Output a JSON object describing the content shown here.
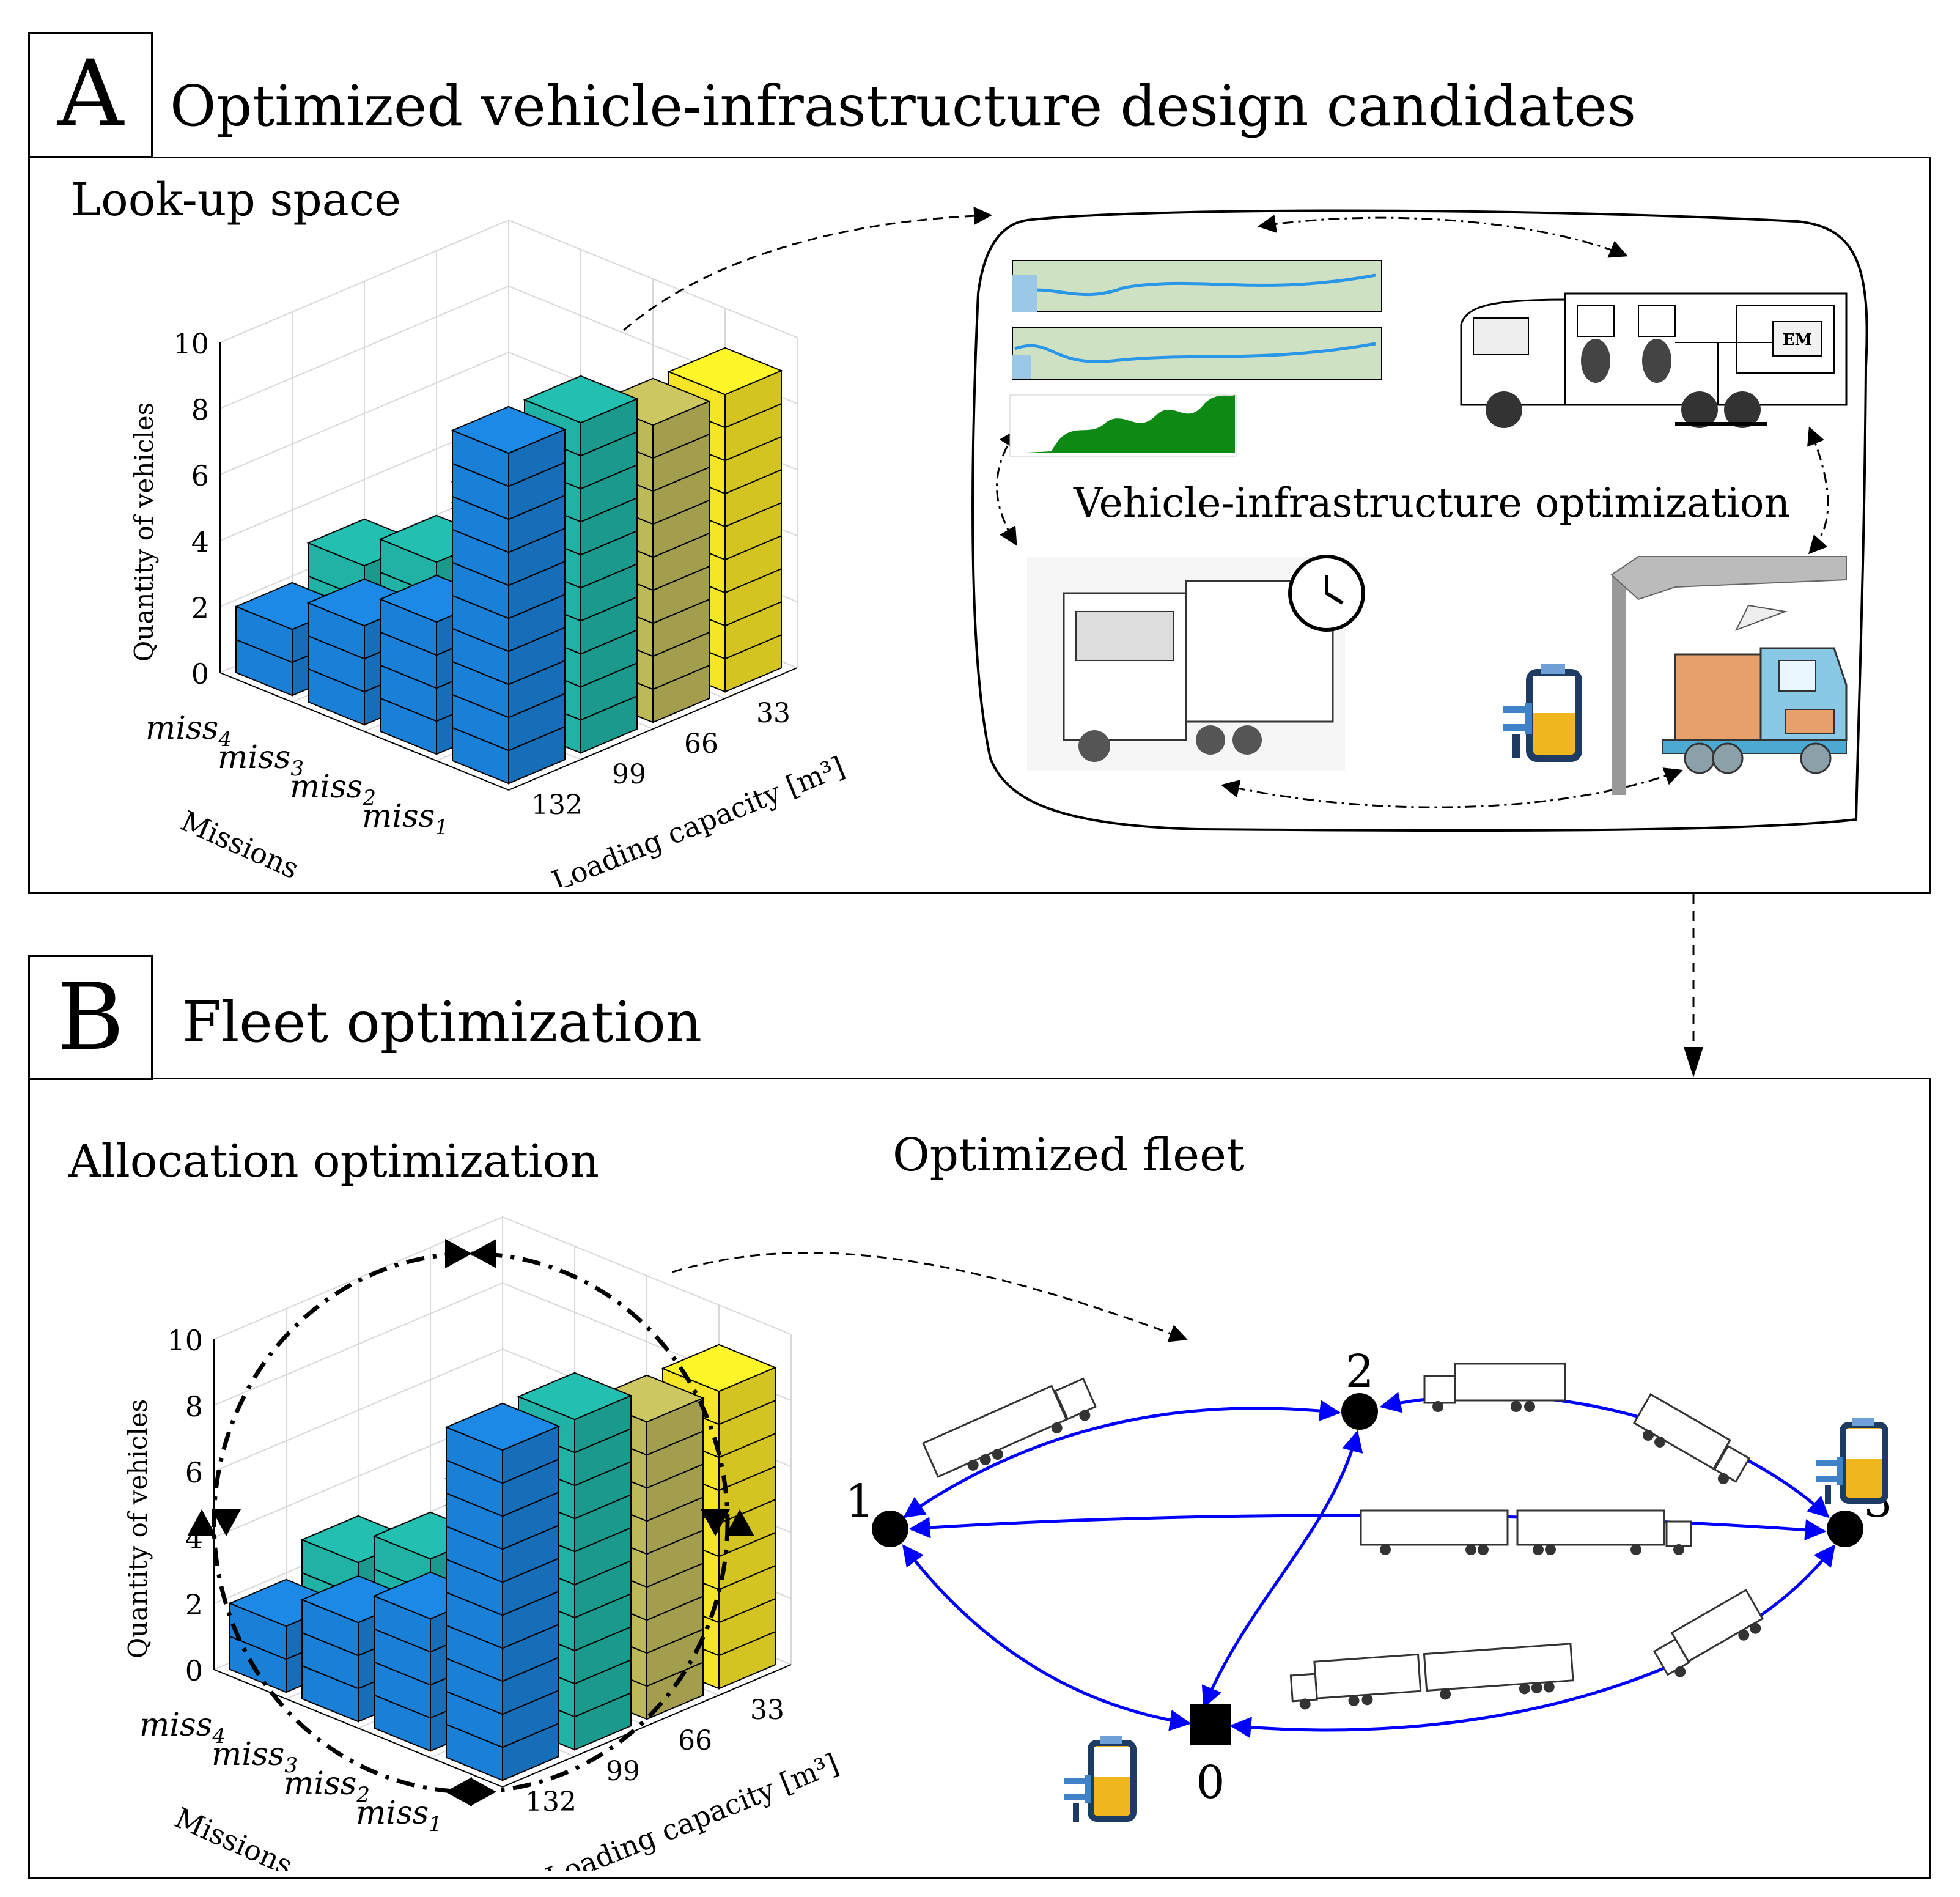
{
  "panel_a": {
    "letter": "A",
    "title": "Optimized vehicle-infrastructure design candidates",
    "lookup_label": "Look-up space",
    "vi_opt_label": "Vehicle-infrastructure optimization",
    "em_label": "EM"
  },
  "panel_b": {
    "letter": "B",
    "title": "Fleet optimization",
    "alloc_label": "Allocation optimization",
    "fleet_label": "Optimized fleet"
  },
  "chart_data": [
    {
      "type": "bar3d",
      "zlabel": "Quantity of vehicles",
      "ylabel": "Missions",
      "xlabel": "Loading capacity [m³]",
      "ztick_labels": [
        "0",
        "2",
        "4",
        "6",
        "8",
        "10"
      ],
      "zlim": [
        0,
        10
      ],
      "missions": [
        "miss",
        "miss",
        "miss",
        "miss"
      ],
      "mission_subscripts": [
        "4",
        "3",
        "2",
        "1"
      ],
      "capacities": [
        "33",
        "66",
        "99",
        "132"
      ],
      "colors": [
        "#1a7fd6",
        "#20b2a4",
        "#bdb85a",
        "#f6e427"
      ],
      "values": [
        [
          2,
          3,
          4,
          10
        ],
        [
          3,
          4,
          6,
          10
        ],
        [
          2,
          4,
          7,
          9
        ],
        [
          3,
          5,
          7,
          9
        ]
      ]
    },
    {
      "type": "bar3d",
      "zlabel": "Quantity of vehicles",
      "ylabel": "Missions",
      "xlabel": "Loading capacity [m³]",
      "ztick_labels": [
        "0",
        "2",
        "4",
        "6",
        "8",
        "10"
      ],
      "zlim": [
        0,
        10
      ],
      "missions": [
        "miss",
        "miss",
        "miss",
        "miss"
      ],
      "mission_subscripts": [
        "4",
        "3",
        "2",
        "1"
      ],
      "capacities": [
        "33",
        "66",
        "99",
        "132"
      ],
      "colors": [
        "#1a7fd6",
        "#20b2a4",
        "#bdb85a",
        "#f6e427"
      ],
      "values": [
        [
          2,
          3,
          4,
          10
        ],
        [
          3,
          4,
          6,
          10
        ],
        [
          2,
          4,
          7,
          9
        ],
        [
          3,
          5,
          7,
          9
        ]
      ]
    }
  ],
  "graph": {
    "nodes": [
      {
        "id": "0",
        "shape": "square"
      },
      {
        "id": "1",
        "shape": "circle"
      },
      {
        "id": "2",
        "shape": "circle"
      },
      {
        "id": "3",
        "shape": "circle"
      }
    ],
    "edges": [
      [
        "1",
        "2"
      ],
      [
        "2",
        "3"
      ],
      [
        "1",
        "3"
      ],
      [
        "0",
        "1"
      ],
      [
        "0",
        "2"
      ],
      [
        "0",
        "3"
      ]
    ],
    "edge_color": "#0000ff"
  }
}
